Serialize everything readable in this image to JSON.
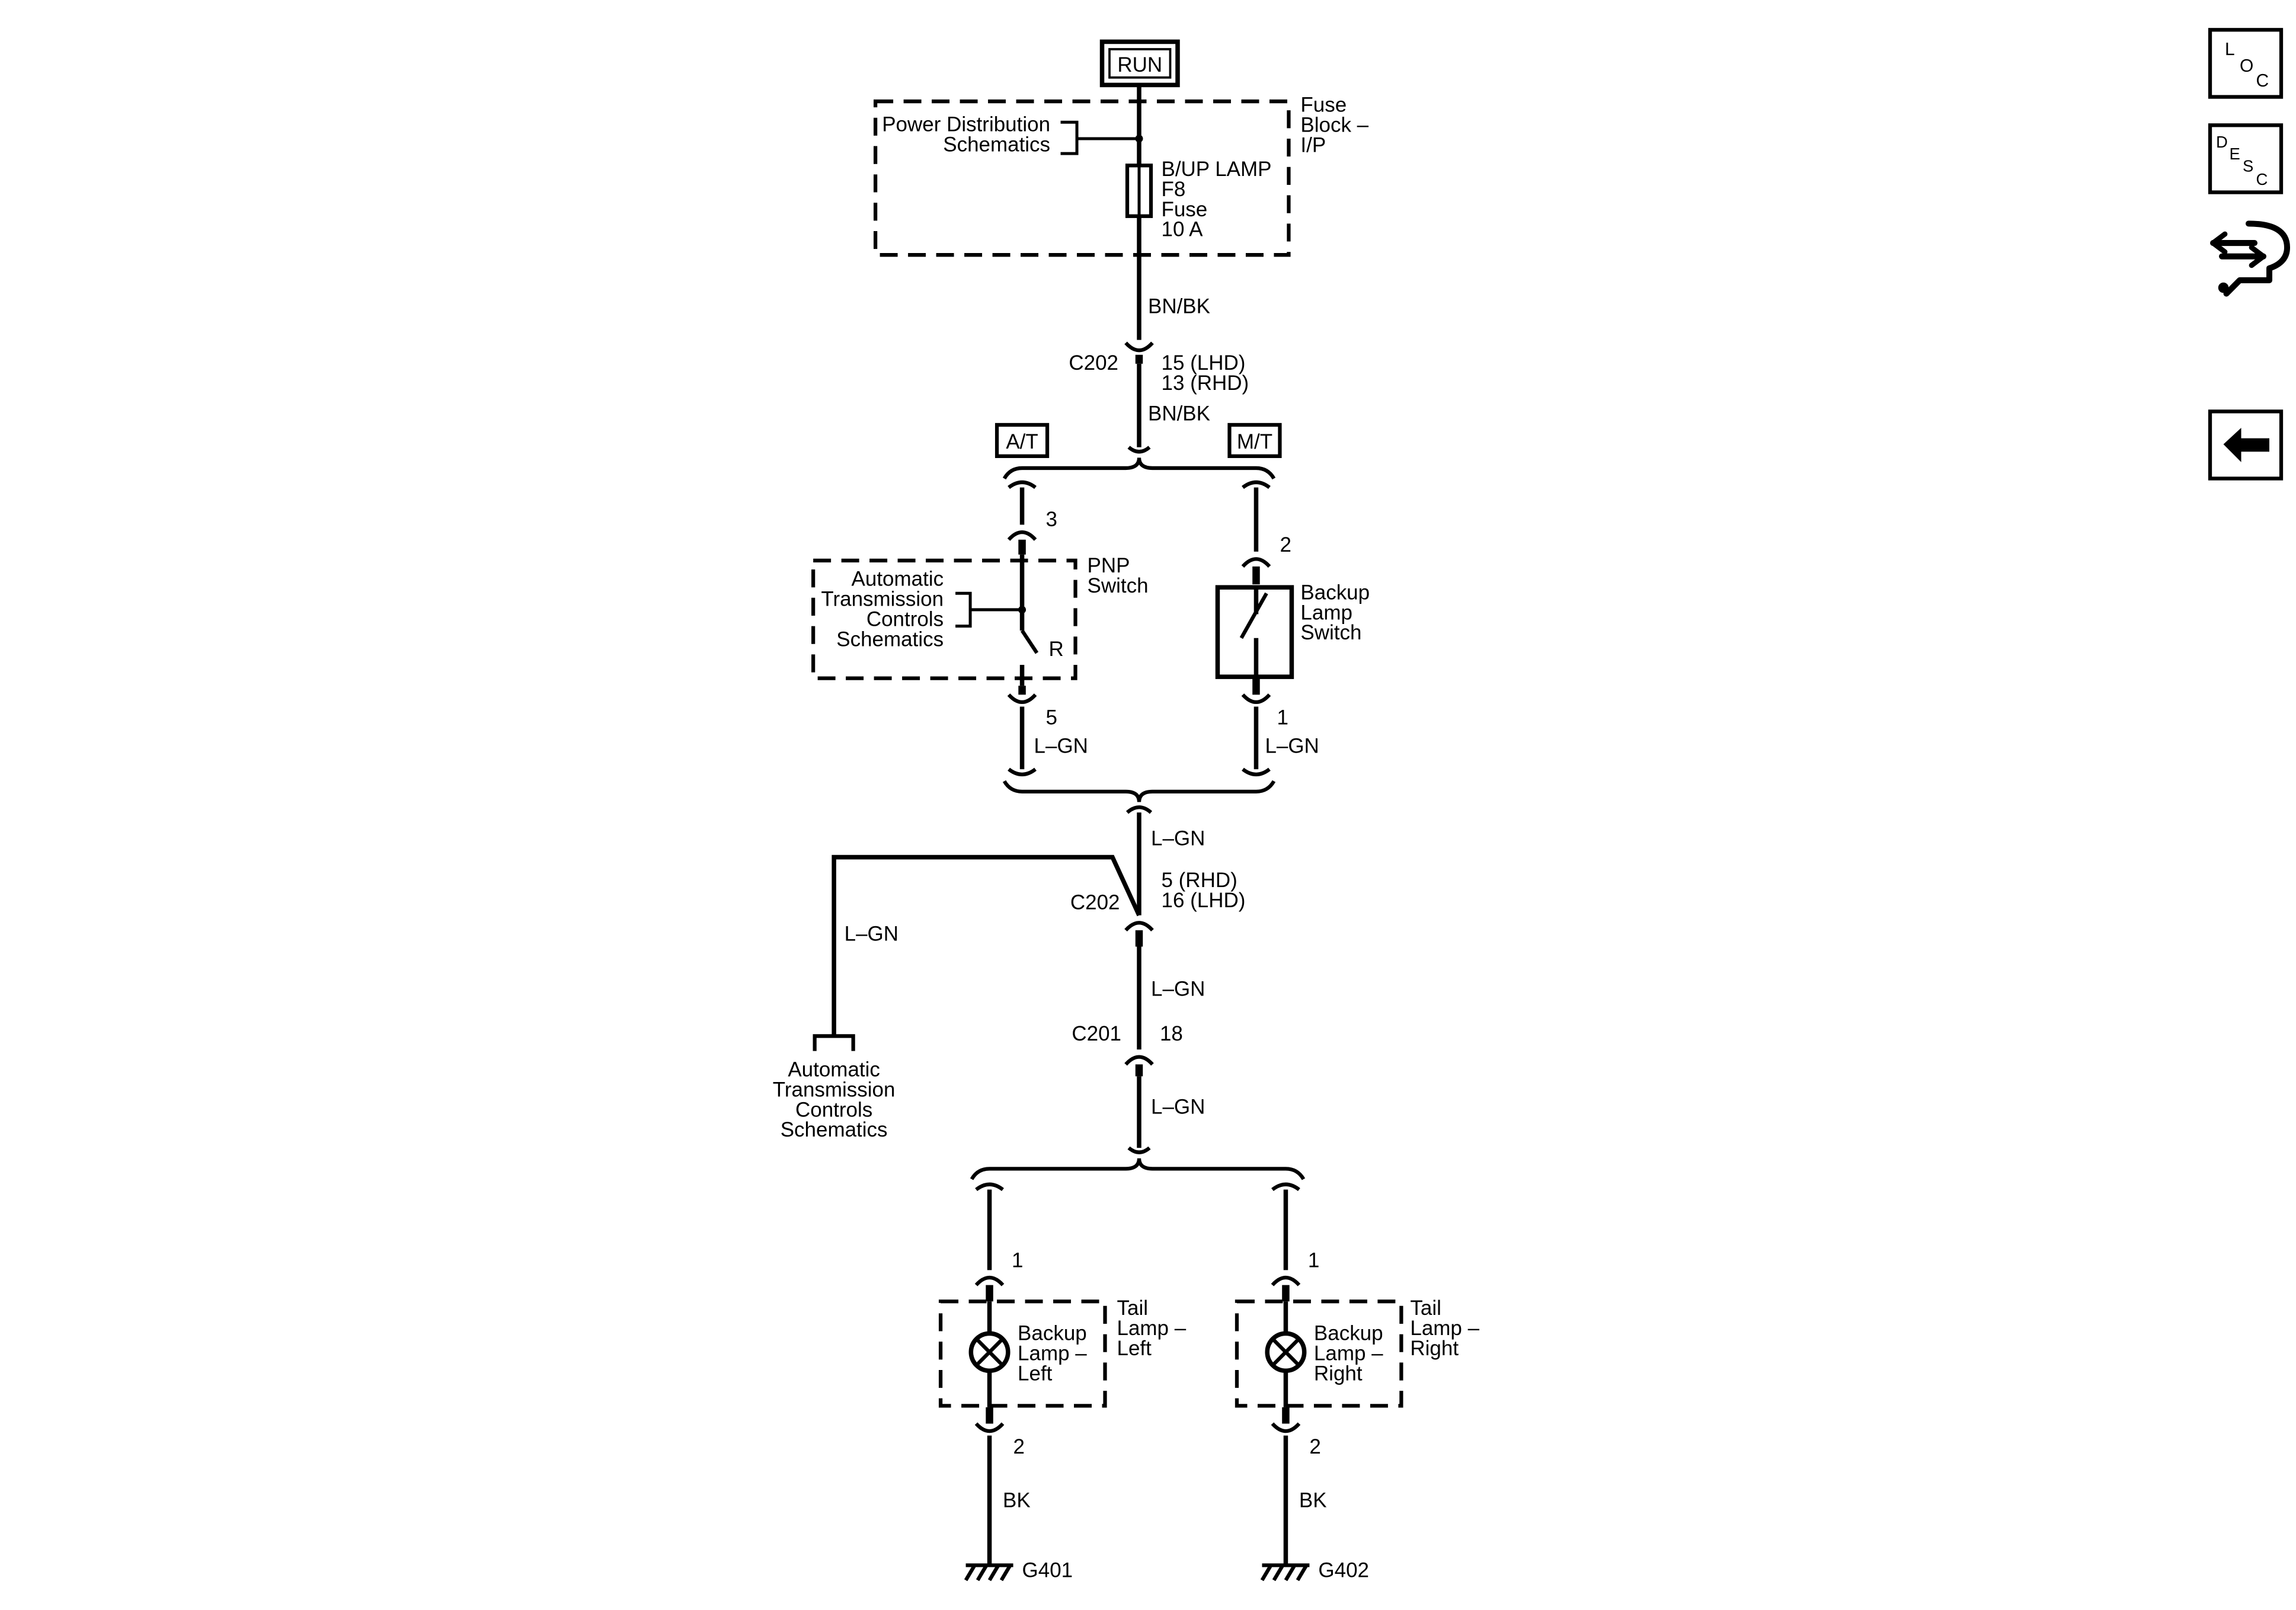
{
  "power": {
    "mode": "RUN"
  },
  "fuse_block": {
    "name": "Fuse\nBlock –\nI/P",
    "power_ref": "Power Distribution\nSchematics",
    "fuse": "B/UP LAMP\nF8\nFuse\n10 A"
  },
  "wires": {
    "bn_bk": "BN/BK",
    "l_gn": "L–GN",
    "bk": "BK"
  },
  "connectors": {
    "c202": "C202",
    "c201": "C201",
    "c202_top_pins": "15 (LHD)\n13 (RHD)",
    "c202_bottom_pins": "5 (RHD)\n16 (LHD)",
    "c201_pin": "18"
  },
  "options": {
    "at": "A/T",
    "mt": "M/T"
  },
  "pnp_switch": {
    "name": "PNP\nSwitch",
    "ref": "Automatic\nTransmission\nControls\nSchematics",
    "position": "R",
    "pin_in": "3",
    "pin_out": "5"
  },
  "backup_switch": {
    "name": "Backup\nLamp\nSwitch",
    "pin_in": "2",
    "pin_out": "1"
  },
  "trans_ref": "Automatic\nTransmission\nControls\nSchematics",
  "lamps": [
    {
      "housing": "Tail\nLamp –\nLeft",
      "bulb": "Backup\nLamp –\nLeft",
      "pin_in": "1",
      "pin_out": "2",
      "ground": "G401"
    },
    {
      "housing": "Tail\nLamp –\nRight",
      "bulb": "Backup\nLamp –\nRight",
      "pin_in": "1",
      "pin_out": "2",
      "ground": "G402"
    }
  ],
  "nav": {
    "loc_icon": "location-icon",
    "desc_icon": "description-icon",
    "diag_icon": "diagnostic-icon",
    "back_icon": "back-arrow-icon"
  }
}
